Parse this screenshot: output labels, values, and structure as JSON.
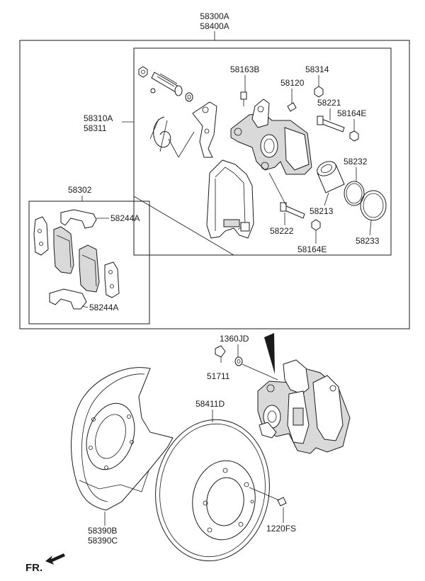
{
  "labels": {
    "assembly_a": "58300A",
    "assembly_b": "58400A",
    "caliper_body_a": "58310A",
    "caliper_body_b": "58311",
    "bolt_58163b": "58163B",
    "nut_58314": "58314",
    "bleeder_58120": "58120",
    "pin_58221": "58221",
    "cap_58164e_top": "58164E",
    "seal_58232": "58232",
    "piston_58213": "58213",
    "pin_58222": "58222",
    "boot_58233": "58233",
    "cap_58164e_bottom": "58164E",
    "pad_kit": "58302",
    "spring_top": "58244A",
    "spring_bottom": "58244A",
    "bolt_1360jd": "1360JD",
    "washer_51711": "51711",
    "disc_58411d": "58411D",
    "dust_cover_a": "58390B",
    "dust_cover_b": "58390C",
    "screw_1220fs": "1220FS",
    "front": "FR."
  },
  "icons": {
    "front_arrow": "arrow-icon"
  }
}
